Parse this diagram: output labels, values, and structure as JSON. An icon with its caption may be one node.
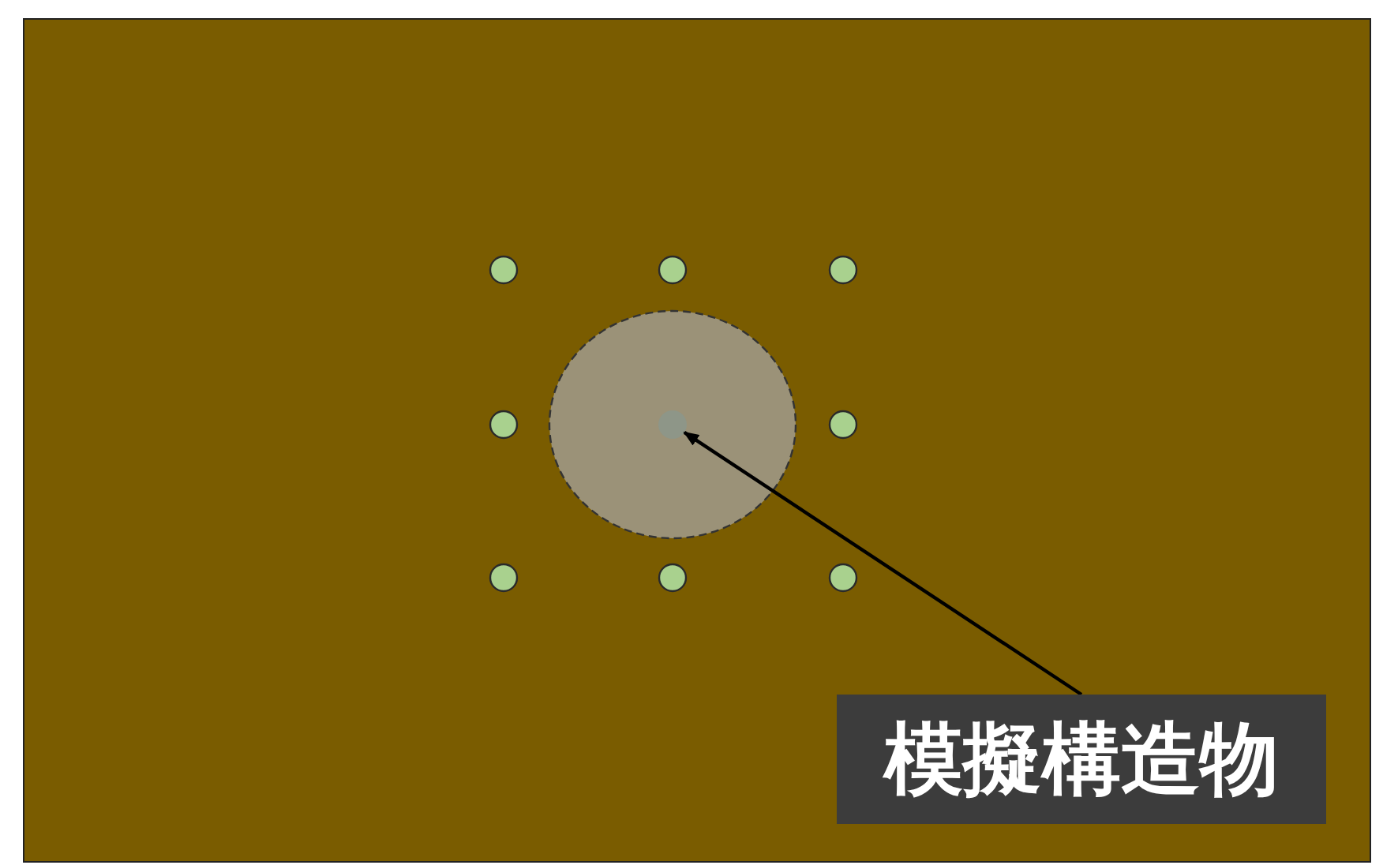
{
  "diagram": {
    "nodes": [
      {
        "text": [
          "模擬構造物"
        ]
      },
      {
        "text": [],
        "shape": "circle"
      }
    ],
    "edges": [
      {
        "from": 0,
        "to": 1,
        "arrow": "to"
      }
    ]
  }
}
